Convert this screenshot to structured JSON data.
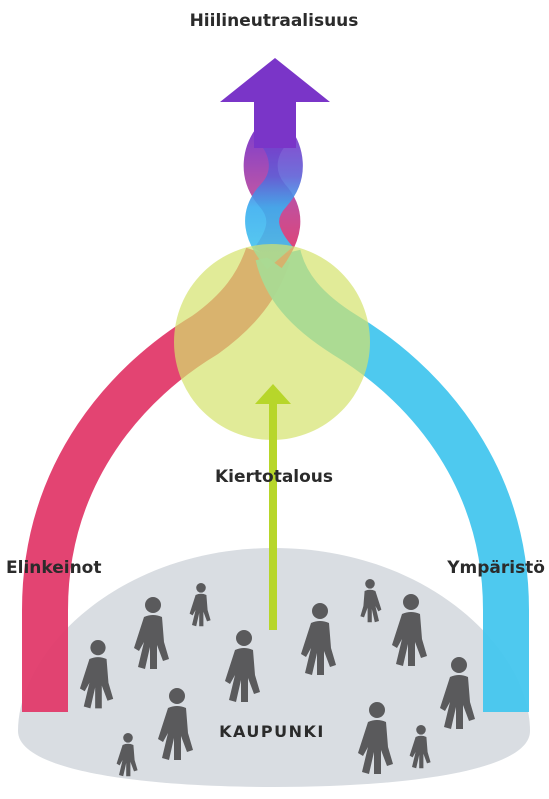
{
  "labels": {
    "top": "Hiilineutraalisuus",
    "center": "Kiertotalous",
    "left": "Elinkeinot",
    "right": "Ympäristö",
    "city": "KAUPUNKI"
  },
  "colors": {
    "left_stream": "#e23a6a",
    "right_stream": "#45c6ee",
    "top_arrow": "#7a35c8",
    "center_circle": "#d4e36c",
    "center_arrow": "#b7d62a",
    "dome": "#d9dde2",
    "people": "#5a5a5c",
    "text": "#2b2b2b"
  },
  "icons": {
    "people": "person-walking-icon",
    "top_arrow": "arrow-up-icon",
    "center_arrow": "arrow-up-icon"
  }
}
